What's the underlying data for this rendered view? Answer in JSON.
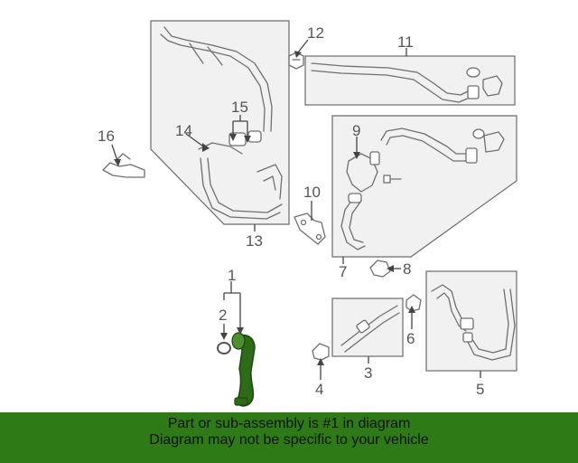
{
  "diagram": {
    "callouts": {
      "c1": "1",
      "c2": "2",
      "c3": "3",
      "c4": "4",
      "c5": "5",
      "c6": "6",
      "c7": "7",
      "c8": "8",
      "c9": "9",
      "c10": "10",
      "c11": "11",
      "c12": "12",
      "c13": "13",
      "c14": "14",
      "c15": "15",
      "c16": "16"
    },
    "colors": {
      "highlight_part": "#2e6b18",
      "banner_background": "#2e7a16",
      "panel_fill": "#f1f1f1",
      "line_art": "#6f6f6f"
    }
  },
  "banner": {
    "line1": "Part or sub-assembly is #1 in diagram",
    "line2": "Diagram may not be specific to your vehicle"
  }
}
